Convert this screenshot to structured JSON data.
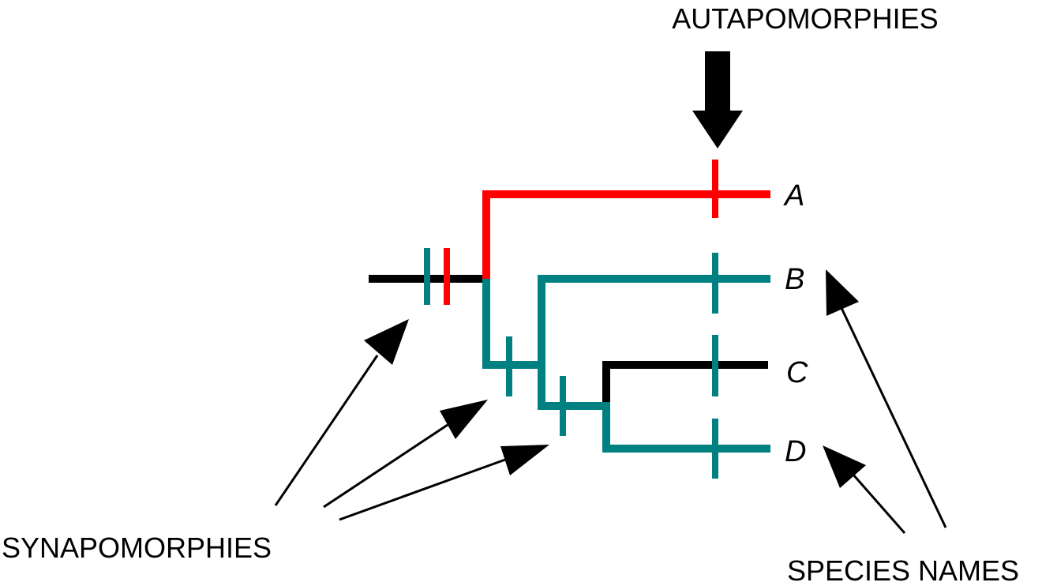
{
  "labels": {
    "autapomorphies": "AUTAPOMORPHIES",
    "synapomorphies": "SYNAPOMORPHIES",
    "species_names": "SPECIES NAMES"
  },
  "species": [
    "A",
    "B",
    "C",
    "D"
  ],
  "colors": {
    "red": "#ff0000",
    "teal": "#008080",
    "black": "#000000"
  }
}
